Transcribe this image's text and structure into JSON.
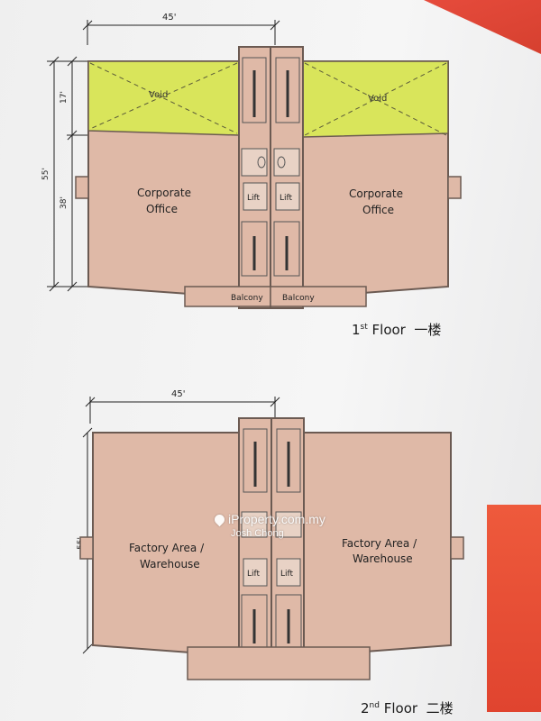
{
  "floor1": {
    "label_main": "1",
    "label_sup": "st",
    "label_rest": " Floor  一楼",
    "dim_width": "45'",
    "dim_total": "55'",
    "dim_top": "17'",
    "dim_bottom": "38'",
    "void_left": "Void",
    "void_right": "Void",
    "office_left": [
      "Corporate",
      "Office"
    ],
    "office_right": [
      "Corporate",
      "Office"
    ],
    "lift_left": "Lift",
    "lift_right": "Lift",
    "balcony_left": "Balcony",
    "balcony_right": "Balcony"
  },
  "floor2": {
    "label_main": "2",
    "label_sup": "nd",
    "label_rest": " Floor  二楼",
    "dim_width": "45'",
    "dim_total": "55'",
    "area_left": [
      "Factory Area /",
      "Warehouse"
    ],
    "area_right": [
      "Factory Area /",
      "Warehouse"
    ],
    "lift_left": "Lift",
    "lift_right": "Lift"
  },
  "watermark": {
    "brand": "iProperty.com.my",
    "agent": "Josh Chong"
  },
  "colors": {
    "floor_fill": "#e0b8a6",
    "void_fill": "#d8e65a",
    "wall": "#6b5a52",
    "accent_red": "#e04a34"
  }
}
